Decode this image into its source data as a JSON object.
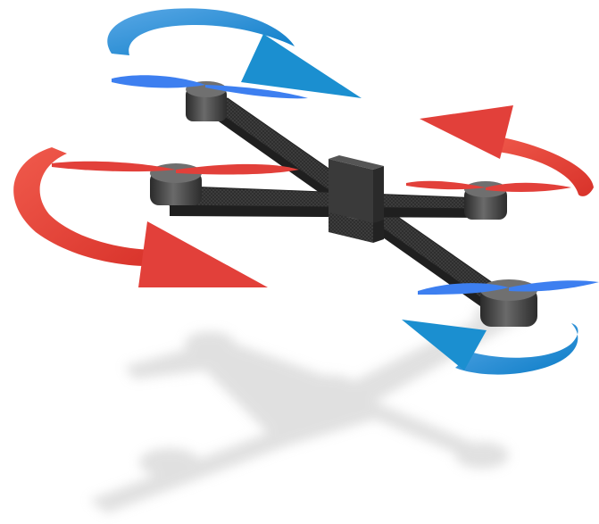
{
  "diagram": {
    "type": "quadcopter-rotor-directions",
    "rotors": [
      {
        "position": "front-left",
        "rotation": "clockwise",
        "color": "#1b8fd0"
      },
      {
        "position": "front-right",
        "rotation": "counter-clockwise",
        "color": "#e2403a"
      },
      {
        "position": "rear-left",
        "rotation": "counter-clockwise",
        "color": "#e2403a"
      },
      {
        "position": "rear-right",
        "rotation": "clockwise",
        "color": "#1b8fd0"
      }
    ],
    "colors": {
      "frame": "#3a3a3a",
      "motor": "#4a4a4a",
      "propeller_blue": "#3d7ff0",
      "propeller_red": "#e2403a",
      "arrow_blue": "#1b8fd0",
      "arrow_red": "#e2403a",
      "shadow": "#dadada"
    }
  }
}
